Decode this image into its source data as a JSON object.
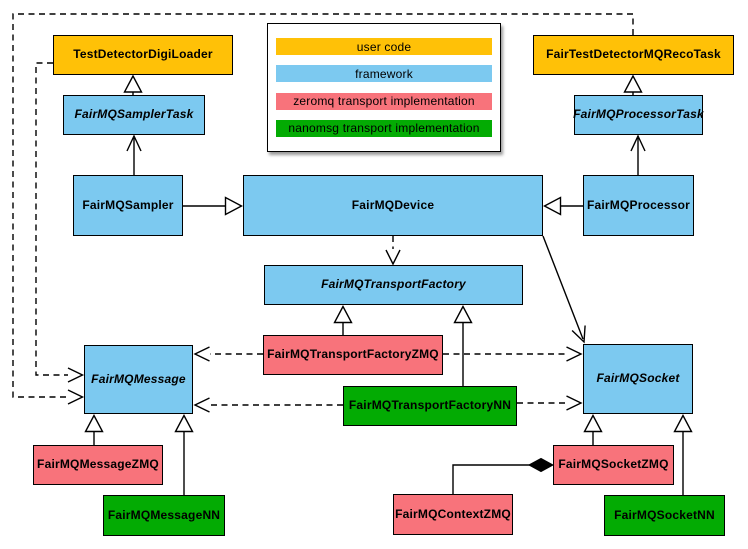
{
  "colors": {
    "user_code": "#FFC107",
    "framework": "#7CC9F0",
    "zeromq": "#F8737B",
    "nanomsg": "#03AB03"
  },
  "legend": {
    "items": [
      {
        "label": "user code",
        "category": "user_code"
      },
      {
        "label": "framework",
        "category": "framework"
      },
      {
        "label": "zeromq transport implementation",
        "category": "zeromq"
      },
      {
        "label": "nanomsg transport implementation",
        "category": "nanomsg"
      }
    ]
  },
  "nodes": {
    "testDetectorDigiLoader": {
      "label": "TestDetectorDigiLoader",
      "category": "user_code",
      "abstract": false
    },
    "fairTestDetectorMQRecoTask": {
      "label": "FairTestDetectorMQRecoTask",
      "category": "user_code",
      "abstract": false
    },
    "fairMQSamplerTask": {
      "label": "FairMQSamplerTask",
      "category": "framework",
      "abstract": true
    },
    "fairMQProcessorTask": {
      "label": "FairMQProcessorTask",
      "category": "framework",
      "abstract": true
    },
    "fairMQSampler": {
      "label": "FairMQSampler",
      "category": "framework",
      "abstract": false
    },
    "fairMQDevice": {
      "label": "FairMQDevice",
      "category": "framework",
      "abstract": false
    },
    "fairMQProcessor": {
      "label": "FairMQProcessor",
      "category": "framework",
      "abstract": false
    },
    "fairMQTransportFactory": {
      "label": "FairMQTransportFactory",
      "category": "framework",
      "abstract": true
    },
    "fairMQTransportFactoryZMQ": {
      "label": "FairMQTransportFactoryZMQ",
      "category": "zeromq",
      "abstract": false
    },
    "fairMQTransportFactoryNN": {
      "label": "FairMQTransportFactoryNN",
      "category": "nanomsg",
      "abstract": false
    },
    "fairMQMessage": {
      "label": "FairMQMessage",
      "category": "framework",
      "abstract": true
    },
    "fairMQSocket": {
      "label": "FairMQSocket",
      "category": "framework",
      "abstract": true
    },
    "fairMQMessageZMQ": {
      "label": "FairMQMessageZMQ",
      "category": "zeromq",
      "abstract": false
    },
    "fairMQMessageNN": {
      "label": "FairMQMessageNN",
      "category": "nanomsg",
      "abstract": false
    },
    "fairMQContextZMQ": {
      "label": "FairMQContextZMQ",
      "category": "zeromq",
      "abstract": false
    },
    "fairMQSocketZMQ": {
      "label": "FairMQSocketZMQ",
      "category": "zeromq",
      "abstract": false
    },
    "fairMQSocketNN": {
      "label": "FairMQSocketNN",
      "category": "nanomsg",
      "abstract": false
    }
  },
  "edges": [
    {
      "from": "FairMQSamplerTask",
      "to": "TestDetectorDigiLoader",
      "type": "generalization-triangle"
    },
    {
      "from": "FairMQSampler",
      "to": "FairMQSamplerTask",
      "type": "open-arrow"
    },
    {
      "from": "FairMQSampler",
      "to": "FairMQDevice",
      "type": "generalization-triangle"
    },
    {
      "from": "FairMQProcessorTask",
      "to": "FairTestDetectorMQRecoTask",
      "type": "generalization-triangle"
    },
    {
      "from": "FairMQProcessor",
      "to": "FairMQProcessorTask",
      "type": "open-arrow"
    },
    {
      "from": "FairMQProcessor",
      "to": "FairMQDevice",
      "type": "generalization-triangle"
    },
    {
      "from": "FairMQDevice",
      "to": "FairMQTransportFactory",
      "type": "dashed-open-arrow"
    },
    {
      "from": "FairMQDevice",
      "to": "FairMQSocket",
      "type": "open-arrow"
    },
    {
      "from": "FairMQTransportFactoryZMQ",
      "to": "FairMQTransportFactory",
      "type": "generalization-triangle"
    },
    {
      "from": "FairMQTransportFactoryNN",
      "to": "FairMQTransportFactory",
      "type": "generalization-triangle"
    },
    {
      "from": "FairMQTransportFactoryZMQ",
      "to": "FairMQMessage",
      "type": "dashed-open-arrow"
    },
    {
      "from": "FairMQTransportFactoryZMQ",
      "to": "FairMQSocket",
      "type": "dashed-open-arrow"
    },
    {
      "from": "FairMQTransportFactoryNN",
      "to": "FairMQMessage",
      "type": "dashed-open-arrow"
    },
    {
      "from": "FairMQTransportFactoryNN",
      "to": "FairMQSocket",
      "type": "dashed-open-arrow"
    },
    {
      "from": "FairTestDetectorMQRecoTask",
      "to": "FairMQMessage",
      "type": "dashed-open-arrow"
    },
    {
      "from": "TestDetectorDigiLoader",
      "to": "FairMQMessage",
      "type": "dashed-open-arrow"
    },
    {
      "from": "FairMQMessageZMQ",
      "to": "FairMQMessage",
      "type": "generalization-triangle"
    },
    {
      "from": "FairMQMessageNN",
      "to": "FairMQMessage",
      "type": "generalization-triangle"
    },
    {
      "from": "FairMQSocketZMQ",
      "to": "FairMQSocket",
      "type": "generalization-triangle"
    },
    {
      "from": "FairMQSocketNN",
      "to": "FairMQSocket",
      "type": "generalization-triangle"
    },
    {
      "from": "FairMQContextZMQ",
      "to": "FairMQSocketZMQ",
      "type": "composition-diamond"
    }
  ]
}
